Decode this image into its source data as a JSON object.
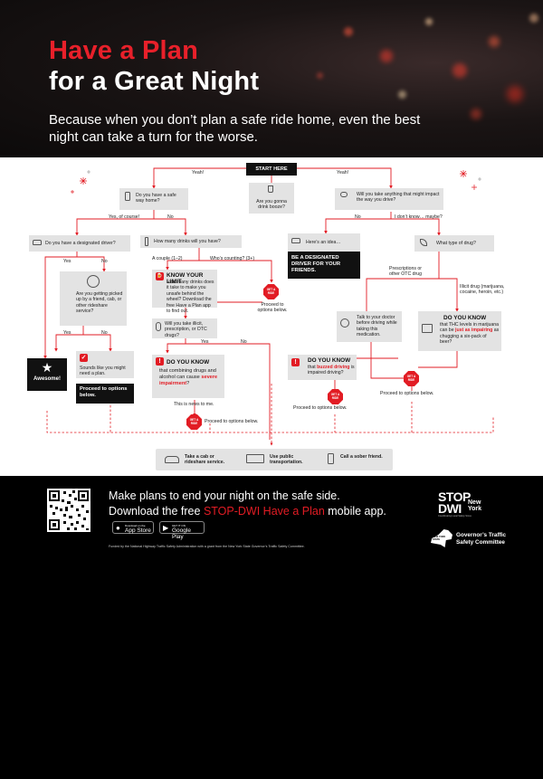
{
  "header": {
    "title_line1": "Have a Plan",
    "title_line2": "for a Great Night",
    "subtitle": "Because when you don’t plan a safe ride home, even the best night can take a turn for the worse."
  },
  "flowchart": {
    "start": "START HERE",
    "drink_question": "Are you gonna drink booze?",
    "yeah_left": "Yeah!",
    "yeah_right": "Yeah!",
    "safe_way_q": "Do you have a safe way home?",
    "yes_of_course": "Yes, of course!",
    "no_1": "No",
    "designated_q": "Do you have a designated driver?",
    "yes_1": "Yes",
    "no_2": "No",
    "pickup_q": "Are you getting picked up by a friend, cab, or other rideshare service?",
    "yes_2": "Yes",
    "no_3": "No",
    "awesome": "Awesome!",
    "need_plan": "Sounds like you might need a plan.",
    "proceed_box": "Proceed to options below.",
    "how_many_q": "How many drinks will you have?",
    "couple": "A couple (1–2)",
    "whos_counting": "Who’s counting? (3+)",
    "know_limit_h": "KNOW YOUR LIMIT",
    "know_limit_b": "How many drinks does it take to make you unsafe behind the wheel? Download the free Have a Plan app to find out.",
    "illicit_q": "Will you take illicit, prescription, or OTC drugs?",
    "yes_3": "Yes",
    "no_4": "No",
    "dyk1_h": "DO YOU KNOW",
    "dyk1_b1": "that combining drugs and alcohol can cause ",
    "dyk1_red": "severe impairment",
    "dyk1_b2": "?",
    "news_to_me": "This is news to me.",
    "impact_q": "Will you take anything that might impact the way you drive?",
    "no_5": "No",
    "dont_know": "I don’t know… maybe?",
    "idea": "Here’s an idea…",
    "be_dd": "BE A DESIGNATED DRIVER FOR YOUR FRIENDS.",
    "drug_type_q": "What type of drug?",
    "prescriptions": "Prescriptions or other OTC drug",
    "illicit_drug": "Illicit drug (marijuana, cocaine, heroin, etc.)",
    "talk_doctor": "Talk to your doctor before driving while taking this medication.",
    "dyk2_h": "DO YOU KNOW",
    "dyk2_b1": "that THC levels in marijuana can be ",
    "dyk2_red": "just as impairing",
    "dyk2_b2": " as chugging a six-pack of beer?",
    "dyk3_h": "DO YOU KNOW",
    "dyk3_b1": "that ",
    "dyk3_red": "buzzed driving",
    "dyk3_b2": " is impaired driving?",
    "get_a_ride": "GET A RIDE",
    "proceed_options": "Proceed to options below.",
    "opt1": "Take a cab or rideshare service.",
    "opt2": "Use public transportation.",
    "opt3": "Call a sober friend."
  },
  "footer": {
    "cta_line1": "Make plans to end your night on the safe side.",
    "cta_line2_a": "Download the free ",
    "cta_line2_red": "STOP-DWI Have a Plan",
    "cta_line2_b": " mobile app.",
    "app_store_small": "Download on the",
    "app_store_big": "App Store",
    "google_small": "GET IT ON",
    "google_big": "Google Play",
    "funding": "Funded by the National Highway Traffic Safety Administration with a grant from the New York State Governor’s Traffic Safety Committee.",
    "stop": "STOP",
    "dwi": "DWI",
    "new_york": "New York",
    "stopdwi_tag": "Coordinating Local Safety Since",
    "ny_state": "NEW YORK STATE",
    "gtsc_line1": "Governor’s Traffic",
    "gtsc_line2": "Safety Committee"
  },
  "colors": {
    "accent_red": "#e21c24",
    "title_red": "#e8202a",
    "panel_bg": "#ffffff",
    "footer_bg": "#000000"
  }
}
